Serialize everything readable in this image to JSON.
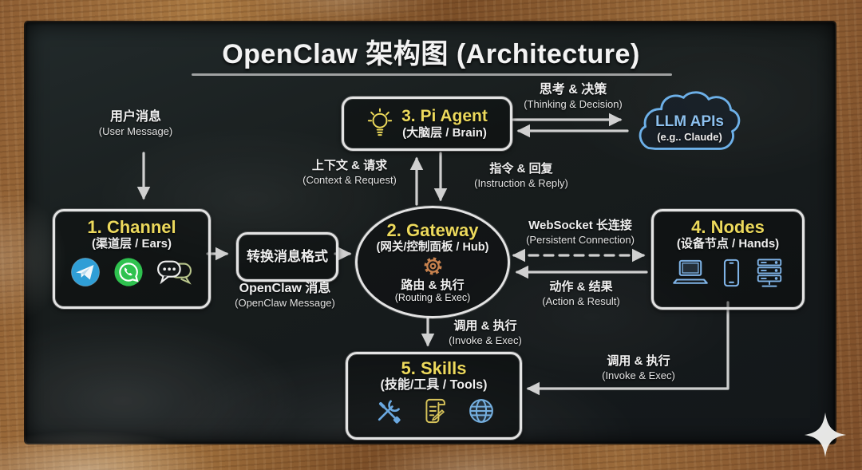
{
  "title": "OpenClaw 架构图 (Architecture)",
  "nodes": {
    "channel": {
      "title": "1. Channel",
      "subtitle": "(渠道层 / Ears)"
    },
    "transform": {
      "label": "转换消息格式"
    },
    "gateway": {
      "title": "2. Gateway",
      "subtitle": "(网关/控制面板 / Hub)",
      "desc_zh": "路由 & 执行",
      "desc_en": "(Routing & Exec)"
    },
    "pi_agent": {
      "title": "3. Pi Agent",
      "subtitle": "(大脑层 / Brain)"
    },
    "llm": {
      "title": "LLM APIs",
      "subtitle": "(e.g.. Claude)"
    },
    "device_nodes": {
      "title": "4. Nodes",
      "subtitle": "(设备节点 / Hands)"
    },
    "skills": {
      "title": "5. Skills",
      "subtitle": "(技能/工具 / Tools)"
    }
  },
  "labels": {
    "user_message": {
      "zh": "用户消息",
      "en": "(User Message)"
    },
    "thinking_decision": {
      "zh": "思考 & 决策",
      "en": "(Thinking & Decision)"
    },
    "context_request": {
      "zh": "上下文 & 请求",
      "en": "(Context & Request)"
    },
    "instruction_reply": {
      "zh": "指令 & 回复",
      "en": "(Instruction & Reply)"
    },
    "websocket": {
      "zh": "WebSocket 长连接",
      "en": "(Persistent Connection)"
    },
    "action_result": {
      "zh": "动作 & 结果",
      "en": "(Action & Result)"
    },
    "invoke_exec_center": {
      "zh": "调用 & 执行",
      "en": "(Invoke & Exec)"
    },
    "openclaw_message": {
      "zh": "OpenClaw 消息",
      "en": "(OpenClaw Message)"
    },
    "invoke_exec_right": {
      "zh": "调用 & 执行",
      "en": "(Invoke & Exec)"
    }
  },
  "icons": {
    "channel": [
      "telegram-icon",
      "whatsapp-icon",
      "chat-bubbles-icon"
    ],
    "pi_agent": "lightbulb-icon",
    "gateway": "gear-icon",
    "device_nodes": [
      "laptop-icon",
      "smartphone-icon",
      "server-icon"
    ],
    "skills": [
      "tools-icon",
      "scroll-icon",
      "globe-icon"
    ],
    "decoration": "sparkle-icon"
  },
  "colors": {
    "board": "#181d1d",
    "chalk": "#e3e3e3",
    "heading_yellow": "#ecd95c",
    "llm_blue": "#8cc0ee",
    "node_icon_blue": "#7fb3e6",
    "gear_orange": "#c8824e",
    "telegram_blue": "#2f9ed6",
    "whatsapp_green": "#2fc24f",
    "frame_wood": "#8e5e33"
  }
}
